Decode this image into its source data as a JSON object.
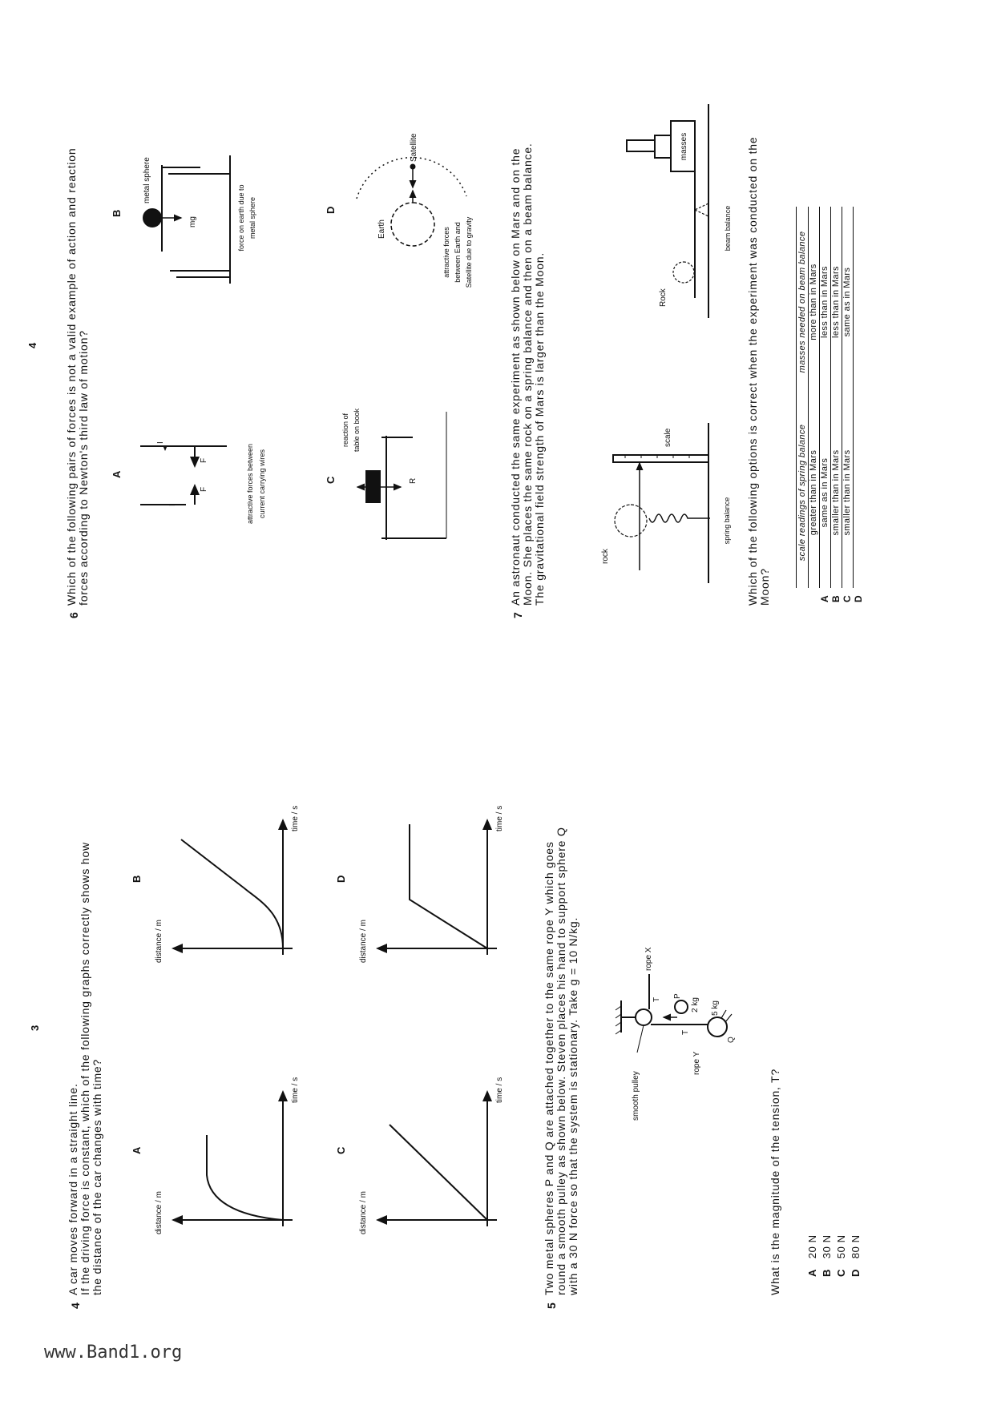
{
  "watermark": "www.Band1.org",
  "page_numbers": [
    "3",
    "4"
  ],
  "q4": {
    "number": "4",
    "lines": [
      "A car moves forward in a straight line.",
      "If the driving force is constant, which of the following graphs correctly shows how",
      "the distance of the car changes with time?"
    ],
    "graphs": [
      {
        "letter": "A",
        "ylabel": "distance / m",
        "xlabel": "time / s"
      },
      {
        "letter": "B",
        "ylabel": "distance / m",
        "xlabel": "time / s"
      },
      {
        "letter": "C",
        "ylabel": "distance / m",
        "xlabel": "time / s"
      },
      {
        "letter": "D",
        "ylabel": "distance / m",
        "xlabel": "time / s"
      }
    ]
  },
  "q5": {
    "number": "5",
    "lines": [
      "Two metal spheres P and Q are attached together to the same rope Y which goes",
      "round a smooth pulley as shown below. Steven places his hand to support sphere Q",
      "with a 30 N force so that the system is stationary. Take g = 10 N/kg."
    ],
    "diagram": {
      "smooth_pulley": "smooth pulley",
      "rope_x": "rope X",
      "rope_y": "rope Y",
      "tension": "T",
      "p": "P",
      "p_mass": "2 kg",
      "q": "Q",
      "q_mass": "5 kg"
    },
    "question": "What is the magnitude of the tension, T?",
    "options": [
      {
        "letter": "A",
        "text": "20 N"
      },
      {
        "letter": "B",
        "text": "30 N"
      },
      {
        "letter": "C",
        "text": "50 N"
      },
      {
        "letter": "D",
        "text": "80 N"
      }
    ]
  },
  "q6": {
    "number": "6",
    "lines": [
      "Which of the following pairs of forces is not a valid example of action and reaction",
      "forces according to Newton's third law of motion?"
    ],
    "options": [
      {
        "letter": "A",
        "force_label": "F",
        "current_label": "I",
        "caption": [
          "attractive forces between",
          "current carrying wires"
        ]
      },
      {
        "letter": "B",
        "object": "metal sphere",
        "force_label": "mg",
        "caption": [
          "force on earth due to",
          "metal sphere"
        ]
      },
      {
        "letter": "C",
        "force_label": "R",
        "caption": [
          "reaction of",
          "table on book"
        ]
      },
      {
        "letter": "D",
        "earth": "Earth",
        "satellite": "Satellite",
        "caption": [
          "attractive forces",
          "between Earth and",
          "Satellite due to gravity"
        ]
      }
    ]
  },
  "q7": {
    "number": "7",
    "lines": [
      "An astronaut conducted the same experiment as shown below on Mars and on the",
      "Moon. She places the same rock on a spring balance and then on a beam balance.",
      "The gravitational field strength of Mars is larger than the Moon."
    ],
    "spring": {
      "rock": "rock",
      "scale": "scale",
      "caption": "spring balance"
    },
    "beam": {
      "rock": "Rock",
      "masses": "masses",
      "caption": "beam balance"
    },
    "question": [
      "Which of the following options is correct when the experiment was conducted on the",
      "Moon?"
    ],
    "table": {
      "headers": [
        "scale readings of spring balance",
        "masses needed on beam balance"
      ],
      "rows": [
        {
          "letter": "A",
          "spring": "greater than in Mars",
          "beam": "more than in Mars"
        },
        {
          "letter": "B",
          "spring": "same as in Mars",
          "beam": "less than in Mars"
        },
        {
          "letter": "C",
          "spring": "smaller than in Mars",
          "beam": "less than in Mars"
        },
        {
          "letter": "D",
          "spring": "smaller than in Mars",
          "beam": "same as in Mars"
        }
      ]
    }
  }
}
